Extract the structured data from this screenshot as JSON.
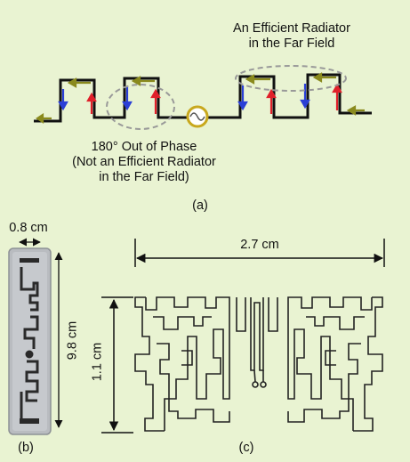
{
  "panel_a": {
    "efficient_line1": "An Efficient Radiator",
    "efficient_line2": "in the Far Field",
    "phase_line1": "180° Out of Phase",
    "phase_line2": "(Not an Efficient Radiator",
    "phase_line3": "in the Far Field)",
    "caption": "(a)"
  },
  "panel_b": {
    "width_label": "0.8 cm",
    "height_label": "9.8 cm",
    "caption": "(b)"
  },
  "panel_c": {
    "width_label": "2.7 cm",
    "height_label": "1.1 cm",
    "caption": "(c)"
  },
  "colors": {
    "background": "#e9f3d2",
    "arrow_olive": "#8a8a1e",
    "arrow_red": "#e0202a",
    "arrow_blue": "#2a3fd6",
    "source_ring": "#c8a81e",
    "tag_body": "#b9bcc0"
  }
}
